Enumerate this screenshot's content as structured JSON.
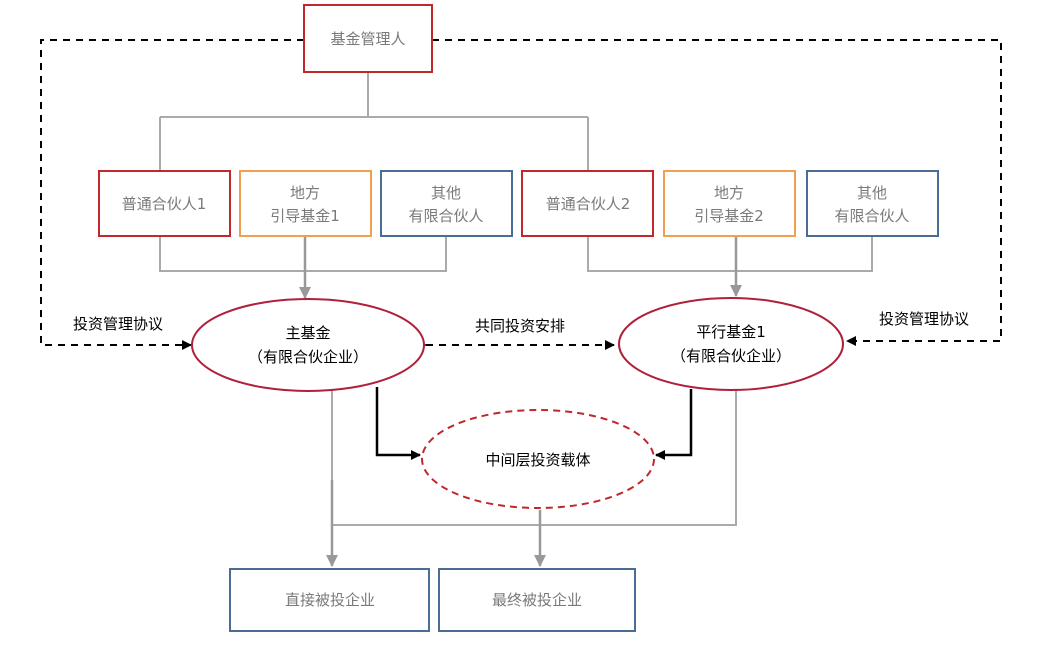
{
  "nodes": {
    "manager": "基金管理人",
    "gp1": "普通合伙人1",
    "guide1": [
      "地方",
      "引导基金1"
    ],
    "lp1": [
      "其他",
      "有限合伙人"
    ],
    "gp2": "普通合伙人2",
    "guide2": [
      "地方",
      "引导基金2"
    ],
    "lp2": [
      "其他",
      "有限合伙人"
    ],
    "main_fund": [
      "主基金",
      "（有限合伙企业）"
    ],
    "parallel_fund": [
      "平行基金1",
      "（有限合伙企业）"
    ],
    "intermediate": "中间层投资载体",
    "direct_invest": "直接被投企业",
    "final_invest": "最终被投企业"
  },
  "edges": {
    "mgmt_left": "投资管理协议",
    "mgmt_right": "投资管理协议",
    "co_invest": "共同投资安排"
  },
  "colors": {
    "red": "#c0282d",
    "orange": "#f0a050",
    "blue": "#4a6d96",
    "gray_line": "#aaaaaa",
    "arrow_gray": "#999999",
    "black": "#000000",
    "text_gray": "#7a7a7a"
  }
}
